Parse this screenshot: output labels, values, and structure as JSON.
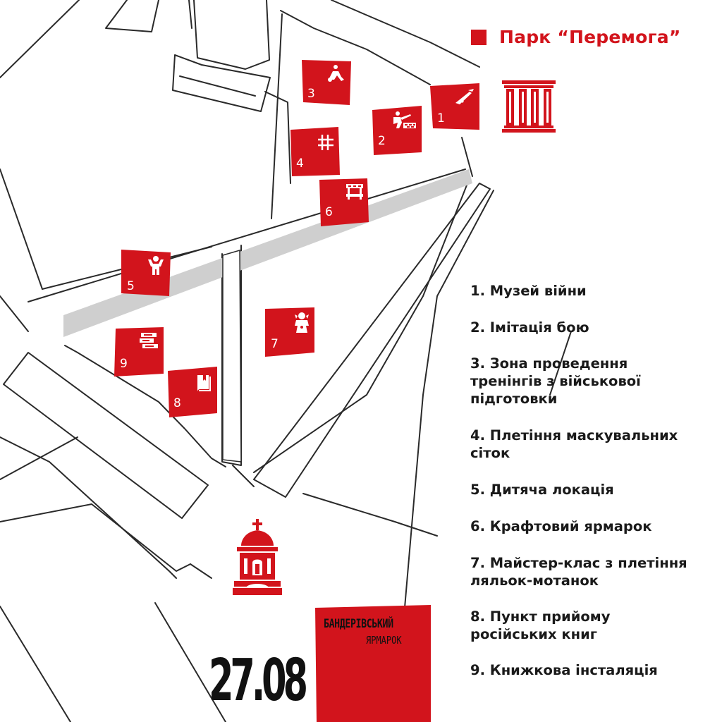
{
  "park_title": "Парк “Перемога”",
  "colors": {
    "brand_red": "#d2141c",
    "path_gray": "#cfcfcf",
    "line": "#2a2a2a",
    "text": "#1a1a1a"
  },
  "markers": [
    {
      "number": "1",
      "icon": "rifle-icon"
    },
    {
      "number": "2",
      "icon": "soldier-barricade-icon"
    },
    {
      "number": "3",
      "icon": "crawling-soldier-icon"
    },
    {
      "number": "4",
      "icon": "net-grid-icon"
    },
    {
      "number": "5",
      "icon": "child-icon"
    },
    {
      "number": "6",
      "icon": "market-stall-icon"
    },
    {
      "number": "7",
      "icon": "motanka-doll-icon"
    },
    {
      "number": "8",
      "icon": "book-icon"
    },
    {
      "number": "9",
      "icon": "book-stack-icon"
    }
  ],
  "legend": [
    "1. Музей війни",
    "2. Імітація бою",
    "3. Зона проведення\nтренінгів з військової\nпідготовки",
    "4. Плетіння маскувальних\nсіток",
    "5. Дитяча локація",
    "6. Крафтовий ярмарок",
    "7. Майстер-клас з плетіння\nляльок-мотанок",
    "8. Пункт прийому\nросійських книг",
    "9. Книжкова інсталяція"
  ],
  "event_date": "27.08",
  "logo": {
    "line1": "БАНДЕРІВСЬКИЙ",
    "line2": "ЯРМАРОК"
  },
  "landmarks": {
    "museum": "museum-columns-icon",
    "church": "church-icon"
  }
}
